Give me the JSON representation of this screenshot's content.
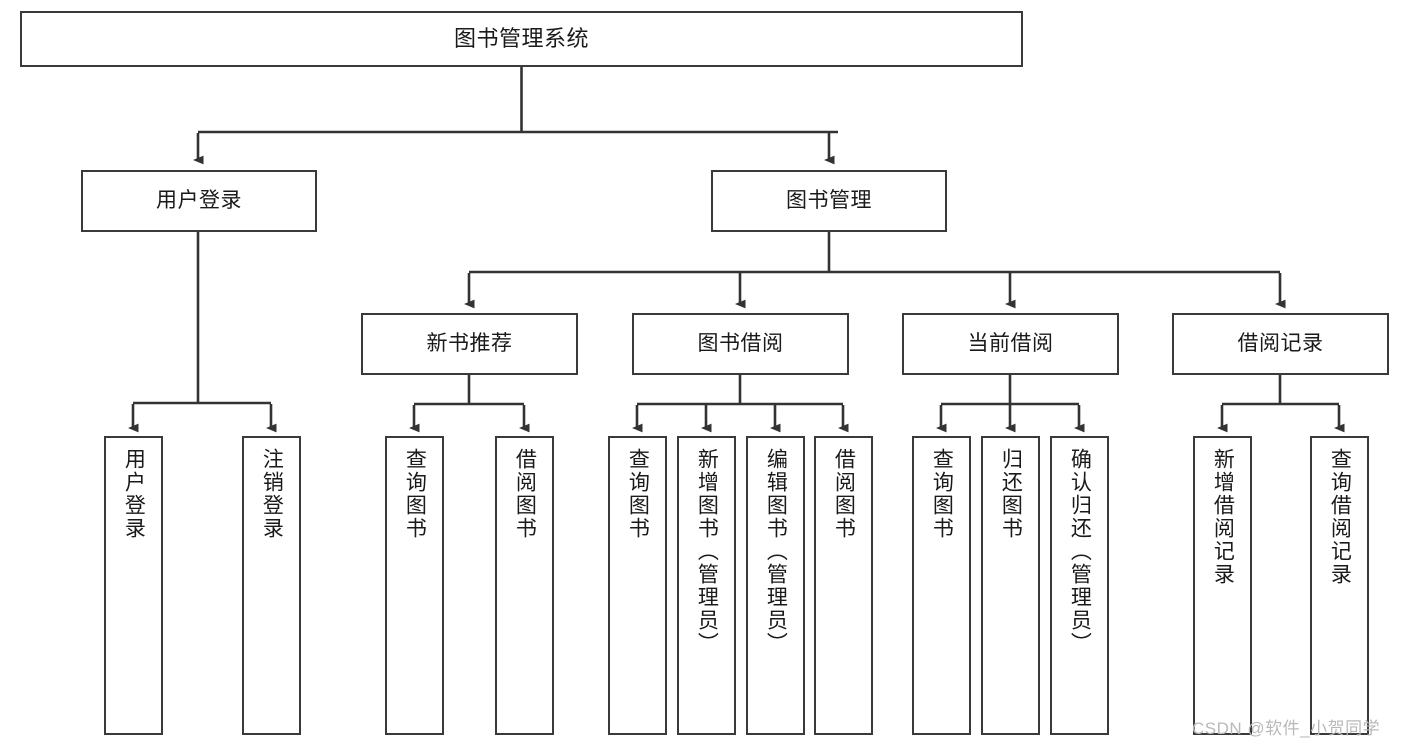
{
  "diagram": {
    "title": "图书管理系统",
    "type": "hierarchy-tree",
    "colors": {
      "box_border": "#3a3a3a",
      "box_fill": "#ffffff",
      "connector": "#333333",
      "text": "#1a1a1a",
      "watermark": "#b9b9b9",
      "background": "#ffffff"
    },
    "watermark": "CSDN @软件_小贺同学"
  },
  "nodes": {
    "root": {
      "label": "图书管理系统",
      "level": 1
    },
    "level2": [
      {
        "id": "user-login",
        "label": "用户登录"
      },
      {
        "id": "book-management",
        "label": "图书管理"
      }
    ],
    "level3": [
      {
        "id": "new-book-recommend",
        "label": "新书推荐"
      },
      {
        "id": "book-borrow",
        "label": "图书借阅"
      },
      {
        "id": "current-borrow",
        "label": "当前借阅"
      },
      {
        "id": "borrow-record",
        "label": "借阅记录"
      }
    ],
    "leaves": {
      "user_login": [
        {
          "id": "leaf-user-login",
          "label": "用户登录"
        },
        {
          "id": "leaf-logout",
          "label": "注销登录"
        }
      ],
      "new_book_recommend": [
        {
          "id": "leaf-query-book-1",
          "label": "查询图书"
        },
        {
          "id": "leaf-borrow-book-1",
          "label": "借阅图书"
        }
      ],
      "book_borrow": [
        {
          "id": "leaf-query-book-2",
          "label": "查询图书"
        },
        {
          "id": "leaf-add-book",
          "label": "新增图书（管理员）"
        },
        {
          "id": "leaf-edit-book",
          "label": "编辑图书（管理员）"
        },
        {
          "id": "leaf-borrow-book-2",
          "label": "借阅图书"
        }
      ],
      "current_borrow": [
        {
          "id": "leaf-query-book-3",
          "label": "查询图书"
        },
        {
          "id": "leaf-return-book",
          "label": "归还图书"
        },
        {
          "id": "leaf-confirm-return",
          "label": "确认归还（管理员）"
        }
      ],
      "borrow_record": [
        {
          "id": "leaf-add-record",
          "label": "新增借阅记录"
        },
        {
          "id": "leaf-query-record",
          "label": "查询借阅记录"
        }
      ]
    }
  }
}
